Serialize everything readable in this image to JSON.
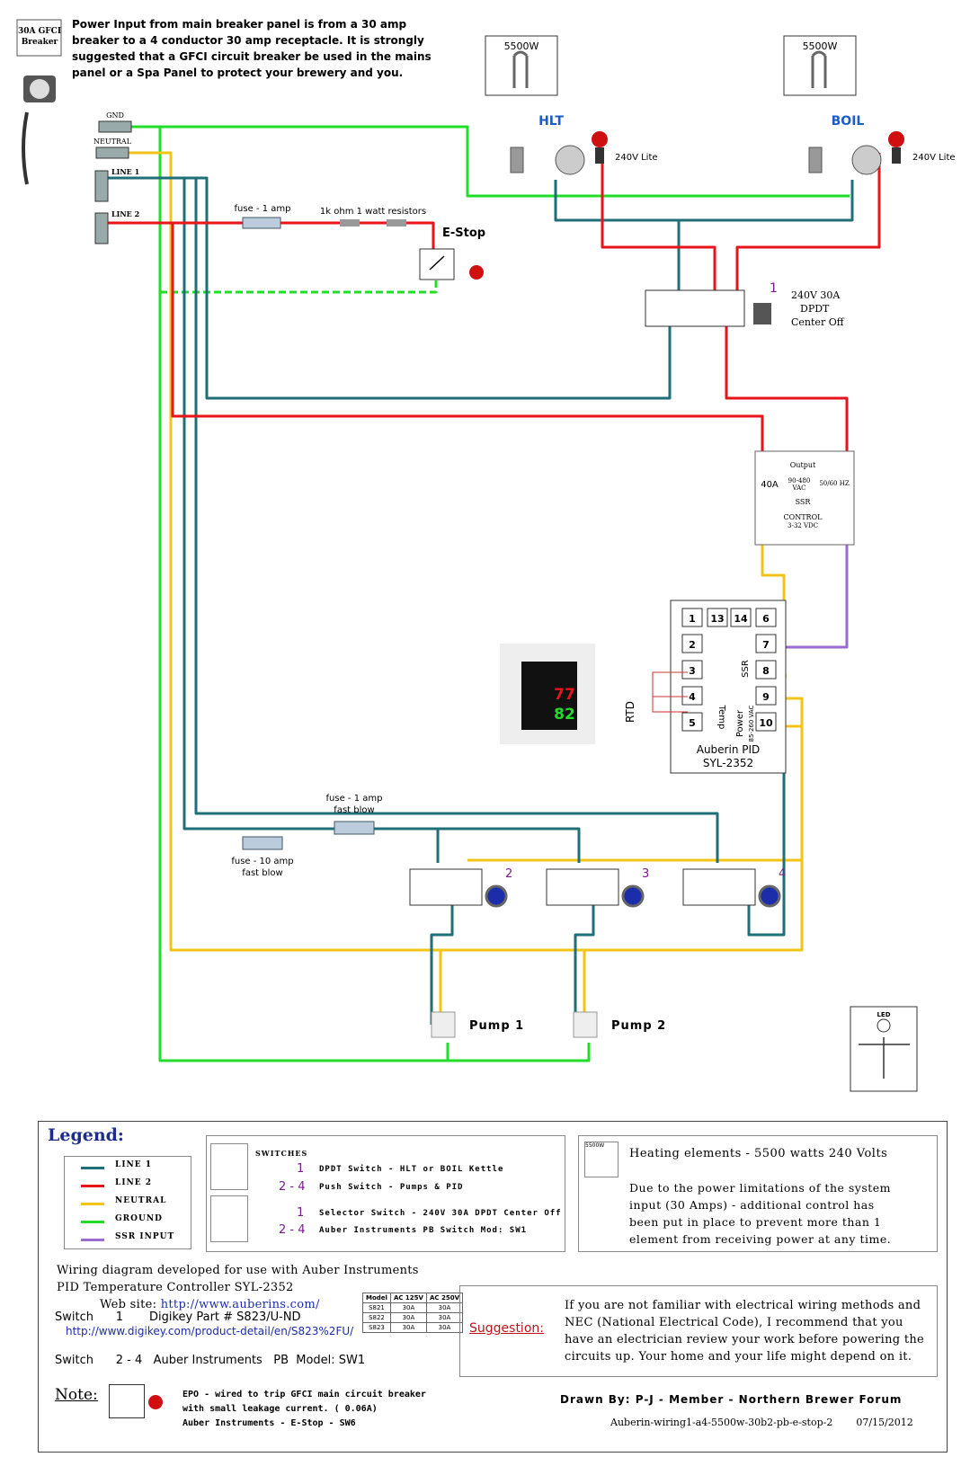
{
  "header": {
    "breaker_label_1": "30A GFCI",
    "breaker_label_2": "Breaker",
    "power_note_1": "Power Input from main breaker panel is from a 30 amp",
    "power_note_2": "breaker to a 4 conductor 30 amp receptacle. It is strongly",
    "power_note_3": "suggested that a GFCI circuit breaker be used in the mains",
    "power_note_4": "panel or a Spa Panel to protect your brewery and you."
  },
  "bus": {
    "gnd": "GND",
    "neutral": "NEUTRAL",
    "line1": "LINE 1",
    "line2": "LINE 2"
  },
  "elements": {
    "hlt_watts": "5500W",
    "hlt_label": "HLT",
    "boil_watts": "5500W",
    "boil_label": "BOIL",
    "lite": "240V Lite"
  },
  "components": {
    "fuse1": "fuse - 1 amp",
    "resistors": "1k ohm 1 watt resistors",
    "estop": "E-Stop",
    "dpdt_1": "240V 30A",
    "dpdt_2": "DPDT",
    "dpdt_3": "Center Off",
    "dpdt_num": "1",
    "ssr_output": "Output",
    "ssr_40a": "40A",
    "ssr_vac_1": "90-480",
    "ssr_vac_2": "VAC",
    "ssr_hz": "50/60 HZ",
    "ssr_name": "SSR",
    "ssr_control_1": "CONTROL",
    "ssr_control_2": "3-32 VDC",
    "pid_name_1": "Auberin PID",
    "pid_name_2": "SYL-2352",
    "pid_ssr": "SSR",
    "pid_temp": "Temp",
    "pid_power_1": "Power",
    "pid_power_2": "85-260 VAC",
    "pid_rtd": "RTD",
    "pid_display_top": "77",
    "pid_display_bot": "82",
    "fuse_fast_1": "fuse - 1 amp",
    "fuse_fast_2": "fast blow",
    "fuse10_1": "fuse - 10 amp",
    "fuse10_2": "fast blow",
    "pump1": "Pump 1",
    "pump2": "Pump 2",
    "sw_nums": [
      "2",
      "3",
      "4"
    ],
    "led": "LED"
  },
  "pid_terminals": [
    "1",
    "13",
    "14",
    "6",
    "2",
    "7",
    "3",
    "8",
    "4",
    "9",
    "5",
    "10"
  ],
  "legend": {
    "title": "Legend:",
    "wires": [
      {
        "label": "LINE 1",
        "color": "#1f6f78"
      },
      {
        "label": "LINE 2",
        "color": "#e8141c"
      },
      {
        "label": "NEUTRAL",
        "color": "#f2c418"
      },
      {
        "label": "GROUND",
        "color": "#22dc2a"
      },
      {
        "label": "SSR INPUT",
        "color": "#9a6ccf"
      }
    ],
    "switches_title": "SWITCHES",
    "sw_a_num": "1",
    "sw_a_desc": "DPDT Switch - HLT or BOIL Kettle",
    "sw_b_num": "2 - 4",
    "sw_b_desc": "Push Switch - Pumps & PID",
    "sw_c_num": "1",
    "sw_c_desc": "Selector Switch - 240V 30A DPDT Center Off",
    "sw_d_num": "2 - 4",
    "sw_d_desc": "Auber Instruments   PB Switch Mod: SW1",
    "heat_tag": "5500W",
    "heat_title": "Heating elements - 5500 watts 240 Volts",
    "heat_body": "Due to the power limitations of the system input (30 Amps) - additional control has been put in place to prevent more than 1 element from receiving power at any time.",
    "dev_1": "Wiring diagram developed for use with Auber Instruments",
    "dev_2": "PID Temperature Controller SYL-2352",
    "dev_3_label": "Web site:",
    "dev_3_link": "http://www.auberins.com/",
    "sw1_line": "Switch      1       Digikey Part # S823/U-ND",
    "sw1_link": "http://www.digikey.com/product-detail/en/S823%2FU/",
    "sw2_line": "Switch      2 - 4   Auber Instruments   PB  Model: SW1",
    "table_head": [
      "Model",
      "AC 125V",
      "AC 250V"
    ],
    "table_rows": [
      [
        "S821",
        "30A",
        "30A"
      ],
      [
        "S822",
        "30A",
        "30A"
      ],
      [
        "S823",
        "30A",
        "30A"
      ]
    ],
    "suggestion_label": "Suggestion:",
    "suggestion_body": "If you are not familiar with electrical wiring methods and NEC (National Electrical Code), I recommend that you have an electrician review your work before powering the circuits up. Your home and your life might depend on it.",
    "note_label": "Note:",
    "note_1": "EPO - wired to trip GFCI main circuit breaker",
    "note_2": "with small leakage current. ( 0.06A)",
    "note_3": "Auber Instruments  -  E-Stop  -  SW6",
    "drawn_by": "Drawn By: P-J - Member - Northern Brewer Forum",
    "file_name": "Auberin-wiring1-a4-5500w-30b2-pb-e-stop-2",
    "date": "07/15/2012"
  },
  "colors": {
    "line1": "#1f6f78",
    "line2": "#e8141c",
    "neutral": "#f2c418",
    "ground": "#22dc2a",
    "ssr": "#9a6ccf",
    "num": "#7a1c8c"
  }
}
